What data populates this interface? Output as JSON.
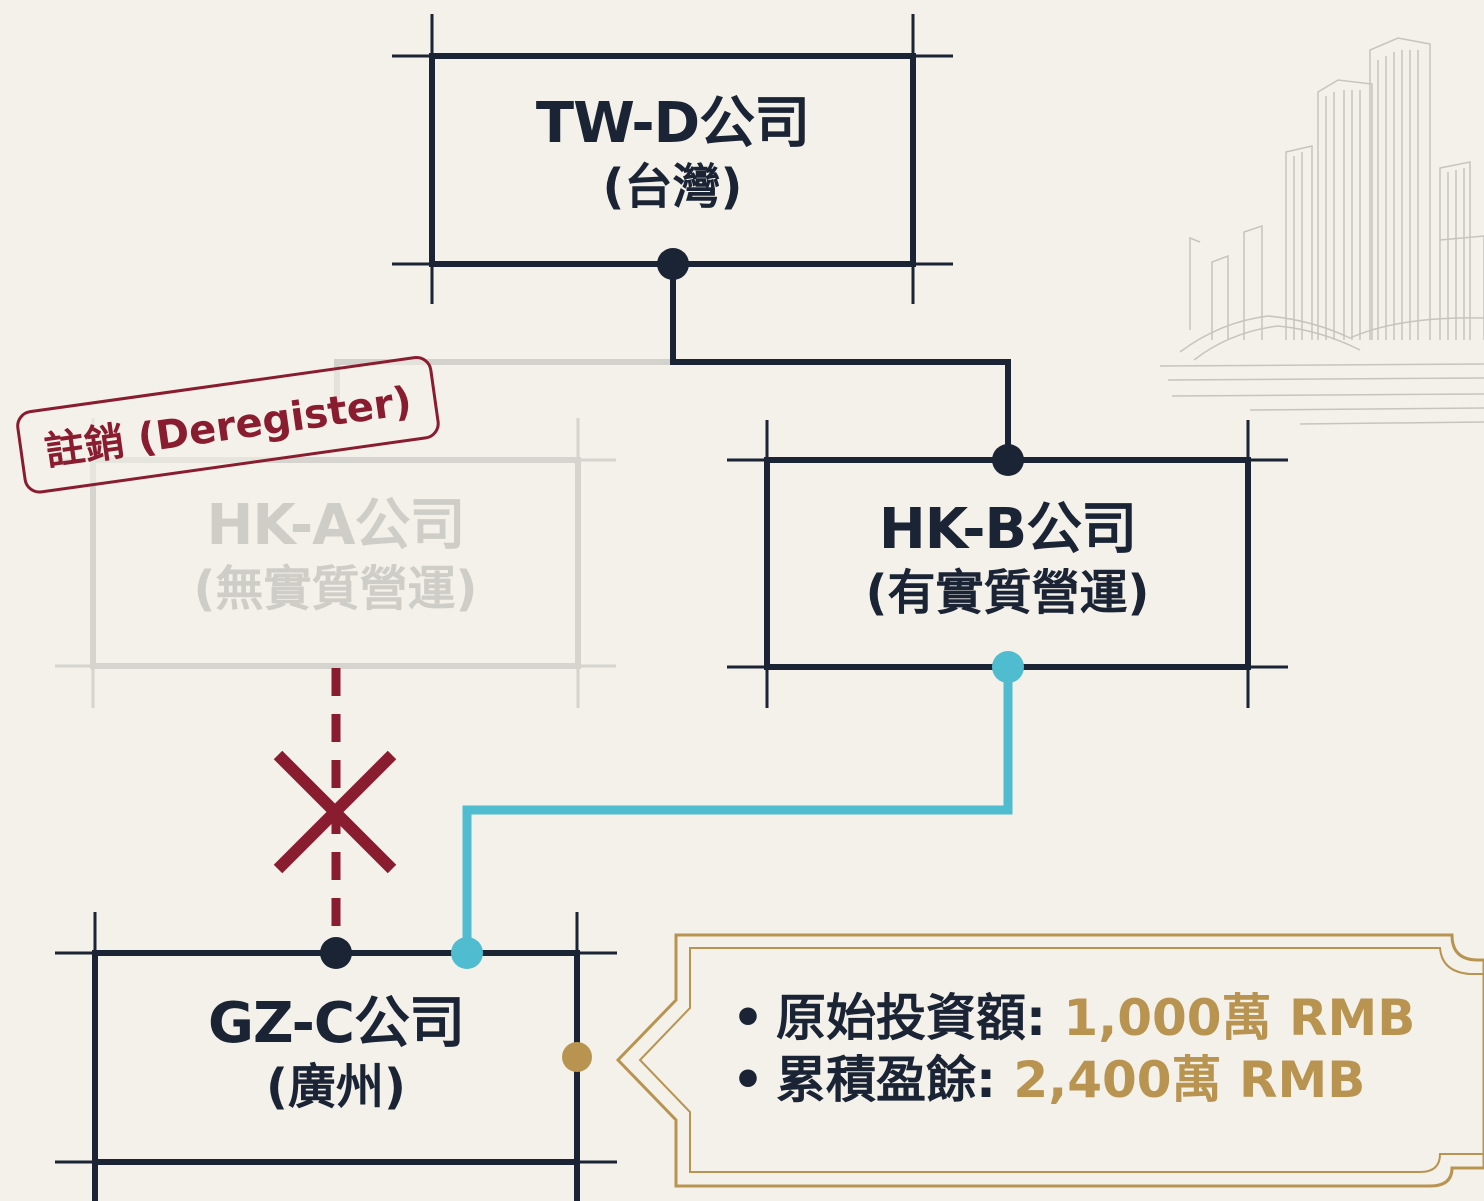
{
  "colors": {
    "background": "#f3f1ea",
    "box_border": "#1a2434",
    "faded_box": "#d6d4ce",
    "deregister_red": "#8a1c30",
    "active_link": "#4fbccf",
    "gold_accent": "#b89450"
  },
  "entities": {
    "tw_d": {
      "name": "TW-D公司",
      "location": "(台灣)"
    },
    "hk_a": {
      "name": "HK-A公司",
      "location": "(無實質營運)"
    },
    "hk_b": {
      "name": "HK-B公司",
      "location": "(有實質營運)"
    },
    "gz_c": {
      "name": "GZ-C公司",
      "location": "(廣州)"
    }
  },
  "stamp": {
    "label": "註銷 (Deregister)"
  },
  "callout": {
    "items": [
      {
        "label": "原始投資額: ",
        "value": "1,000萬 RMB"
      },
      {
        "label": "累積盈餘: ",
        "value": "2,400萬 RMB"
      }
    ]
  },
  "icons": {
    "connector_cross": "x-mark-icon",
    "skyline": "city-skyline-icon"
  }
}
